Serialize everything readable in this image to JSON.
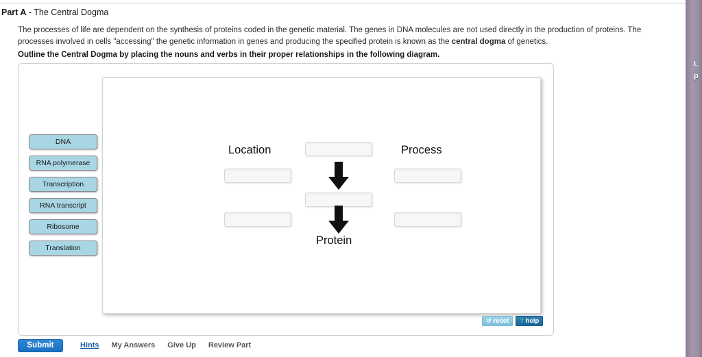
{
  "header": {
    "part_label": "Part A",
    "part_separator": " - ",
    "part_title": "The Central Dogma"
  },
  "body_text": {
    "paragraph_lead": "The processes of life are dependent on the synthesis of proteins coded in the genetic material. The genes in DNA molecules are not used directly in the production of proteins. The processes involved in cells \"accessing\" the genetic information in genes and producing the specified protein is known as the ",
    "paragraph_bold": "central dogma",
    "paragraph_tail": " of genetics.",
    "instruction": "Outline the Central Dogma by placing the nouns and verbs in their proper relationships in the following diagram."
  },
  "palette": {
    "tiles": [
      {
        "label": "DNA"
      },
      {
        "label": "RNA polymerase"
      },
      {
        "label": "Transcription"
      },
      {
        "label": "RNA transcript"
      },
      {
        "label": "Ribosome"
      },
      {
        "label": "Translation"
      }
    ]
  },
  "diagram": {
    "column_headers": {
      "location": "Location",
      "process": "Process"
    },
    "protein_label": "Protein",
    "slots": [
      {
        "name": "center-top",
        "value": ""
      },
      {
        "name": "left-upper",
        "value": ""
      },
      {
        "name": "right-upper",
        "value": ""
      },
      {
        "name": "center-mid",
        "value": ""
      },
      {
        "name": "left-lower",
        "value": ""
      },
      {
        "name": "right-lower",
        "value": ""
      }
    ],
    "arrows": 2
  },
  "tool_buttons": {
    "reset_icon": "↺",
    "reset_label": "reset",
    "help_icon": "?",
    "help_label": "help"
  },
  "actions": {
    "submit": "Submit",
    "hints": "Hints",
    "my_answers": "My Answers",
    "give_up": "Give Up",
    "review_part": "Review Part"
  },
  "right_rail": {
    "line1": "L",
    "line2": "p"
  },
  "colors": {
    "tile_fill": "#a9d6e5",
    "submit_blue": "#1a6fc0",
    "link_blue": "#1a5fa8",
    "help_blue": "#1d649a",
    "rail_purple": "#a398ab"
  }
}
